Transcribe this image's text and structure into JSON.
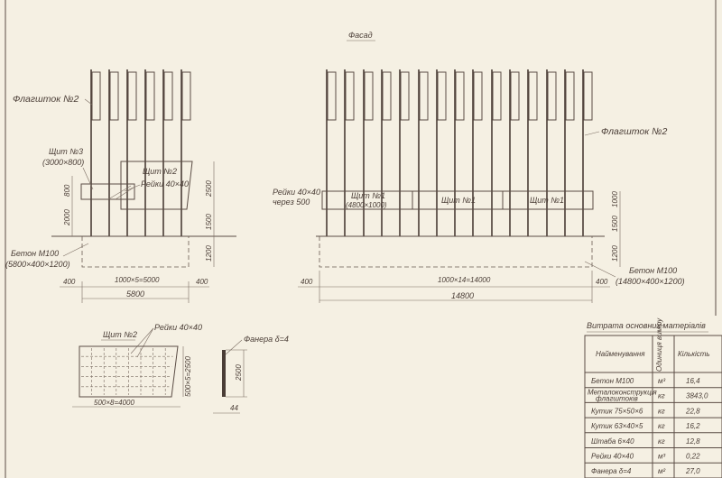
{
  "title": "Фасад",
  "left_group": {
    "flagpole_label": "Флагшток №2",
    "shield3_label": "Щит №3",
    "shield3_size": "(3000×800)",
    "shield2_label": "Щит №2",
    "slats_label": "Рейки 40×40",
    "concrete_label": "Бетон М100",
    "concrete_size": "(5800×400×1200)",
    "dims": {
      "d800": "800",
      "d2000": "2000",
      "d2500": "2500",
      "d1500": "1500",
      "d1200": "1200",
      "left400": "400",
      "right400": "400",
      "spacing": "1000×5=5000",
      "total": "5800"
    }
  },
  "right_group": {
    "flagpole_label": "Флагшток №2",
    "slats_label": "Рейки 40×40",
    "slats_note": "через 500",
    "shield1_label": "Щит №1",
    "shield1_size": "(4800×1000)",
    "shield1_label_b": "Щит №1",
    "shield1_label_c": "Щит №1",
    "concrete_label": "Бетон М100",
    "concrete_size": "(14800×400×1200)",
    "dims": {
      "d1000": "1000",
      "d1500": "1500",
      "d1200": "1200",
      "left400": "400",
      "right400": "400",
      "spacing": "1000×14=14000",
      "total": "14800"
    }
  },
  "detail": {
    "shield2_title": "Щит №2",
    "slats_label": "Рейки 40×40",
    "height_dim": "500×5=2500",
    "width_dim": "500×8=4000",
    "plywood_label": "Фанера δ=4",
    "side_height": "2500",
    "side_thickness": "44"
  },
  "materials_table": {
    "title": "Витрата основних матеріалів",
    "headers": [
      "Найменування",
      "Одиниця виміру",
      "Кількість"
    ],
    "rows": [
      {
        "name": "Бетон М100",
        "unit": "м³",
        "qty": "16,4"
      },
      {
        "name": "Металоконструкція флагштоків",
        "unit": "кг",
        "qty": "3843,0"
      },
      {
        "name": "Кутик 75×50×6",
        "unit": "кг",
        "qty": "22,8"
      },
      {
        "name": "Кутик 63×40×5",
        "unit": "кг",
        "qty": "16,2"
      },
      {
        "name": "Штаба 6×40",
        "unit": "кг",
        "qty": "12,8"
      },
      {
        "name": "Рейки 40×40",
        "unit": "м³",
        "qty": "0,22"
      },
      {
        "name": "Фанера δ=4",
        "unit": "м²",
        "qty": "27,0"
      }
    ]
  }
}
